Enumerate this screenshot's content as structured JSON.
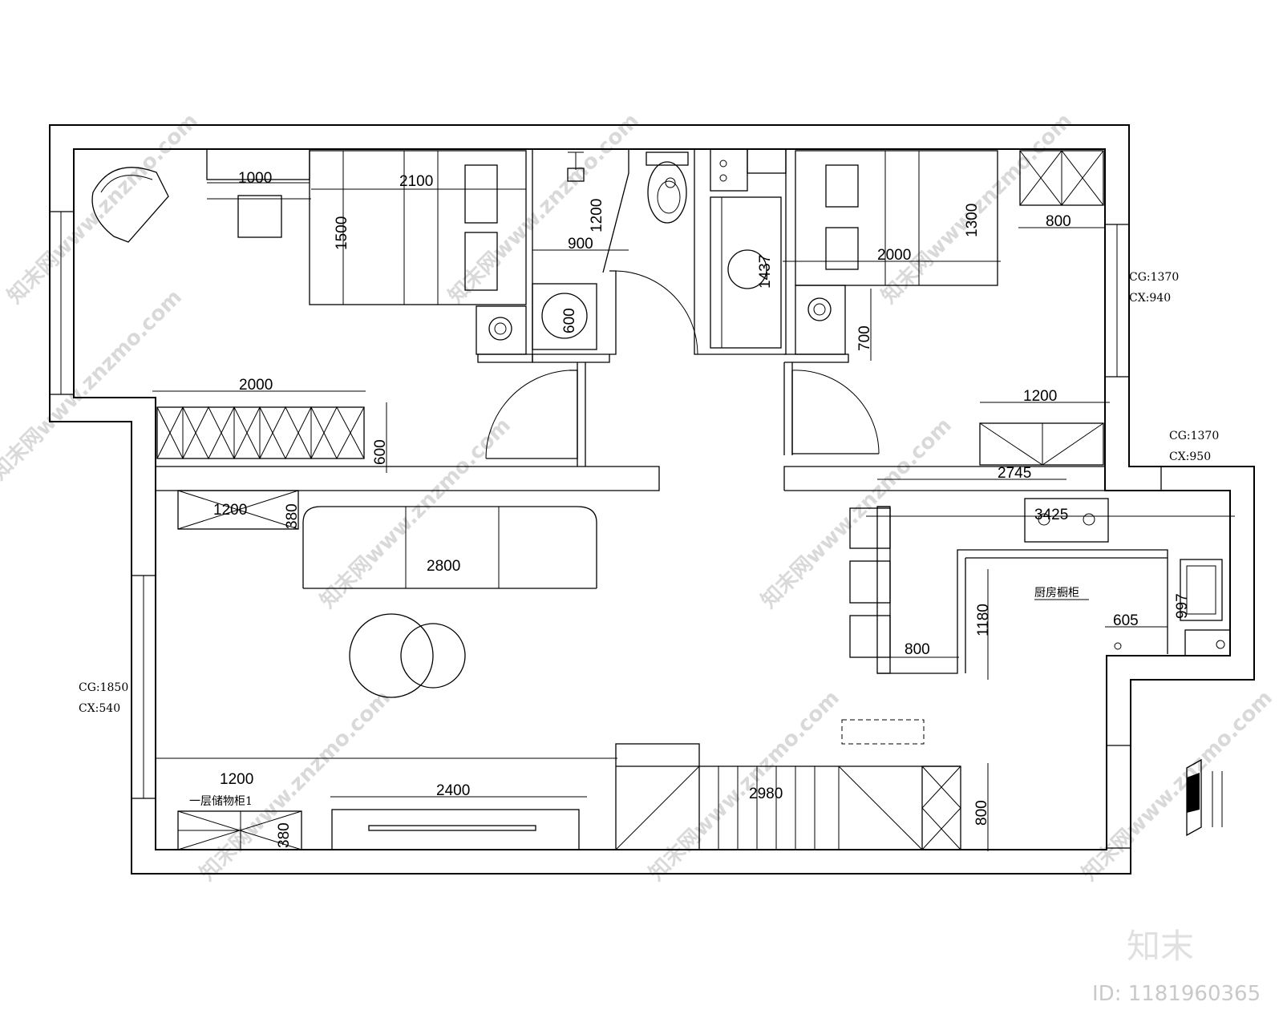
{
  "watermark": {
    "text": "知末网www.znzmo.com",
    "brand": "知末",
    "id": "ID: 1181960365"
  },
  "dimensions": {
    "d1000": "1000",
    "d2100": "2100",
    "d1500": "1500",
    "d1200_bath": "1200",
    "d900": "900",
    "d600_laundry": "600",
    "d1437": "1437",
    "d2000_bed2": "2000",
    "d1300": "1300",
    "d800_top": "800",
    "d700": "700",
    "d2000_ward": "2000",
    "d600_ward": "600",
    "d1200_right": "1200",
    "d2745": "2745",
    "d3425": "3425",
    "d1200_cab": "1200",
    "d380_top": "380",
    "d2800": "2800",
    "d1180": "1180",
    "d605": "605",
    "d997": "997",
    "d800_island": "800",
    "d1200_shoe": "1200",
    "d2400": "2400",
    "d380_bottom": "380",
    "d2980": "2980",
    "d800_stair": "800"
  },
  "notes": {
    "cg_right_top": "CG:1370",
    "cx_right_top": "CX:940",
    "cg_right_mid": "CG:1370",
    "cx_right_mid": "CX:950",
    "cg_left": "CG:1850",
    "cx_left": "CX:540",
    "kitchen_cabinet": "厨房橱柜",
    "shoe_cabinet": "一层储物柜1"
  }
}
